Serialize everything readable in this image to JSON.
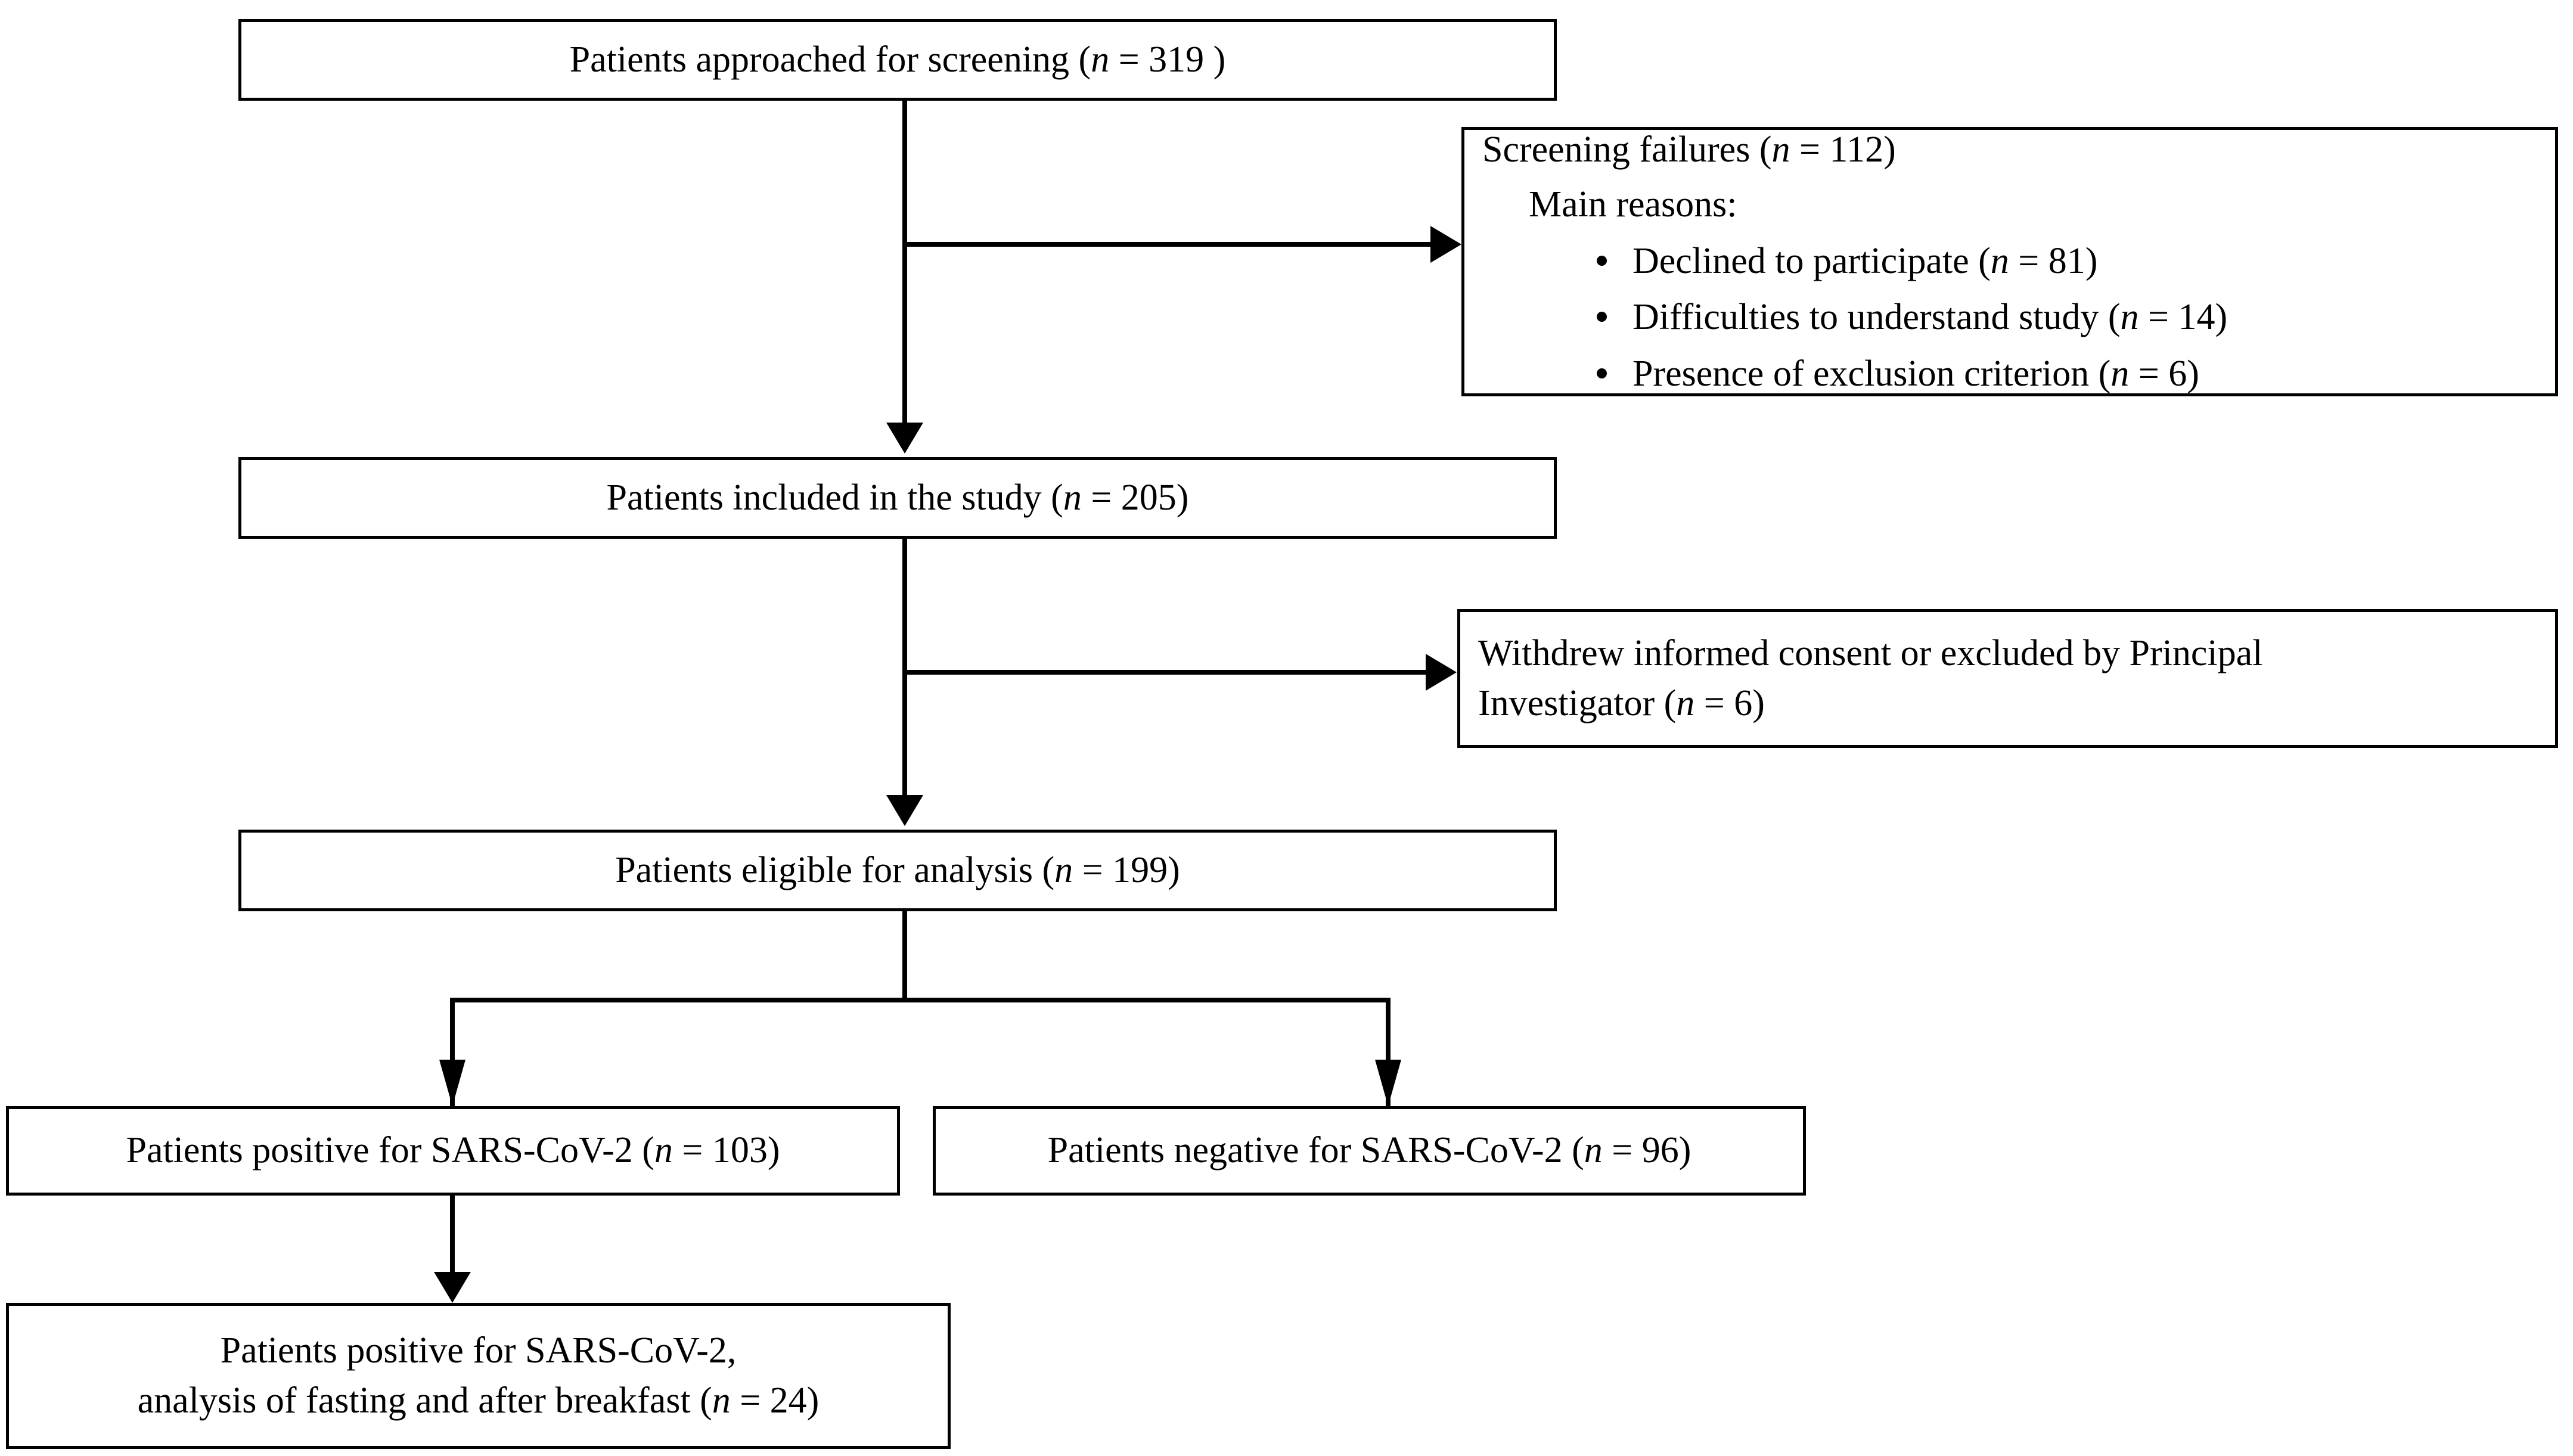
{
  "diagram": {
    "type": "consort-flow-diagram",
    "title": "Patient screening, inclusion and analysis flow",
    "colors": {
      "background": "#ffffff",
      "stroke": "#000000",
      "text": "#000000"
    },
    "nodes": {
      "approached": {
        "label": "Patients approached for screening (",
        "n_symbol": "n",
        "n_value": " = 319 )"
      },
      "screening_failures": {
        "heading_prefix": "Screening failures (",
        "heading_n_symbol": "n",
        "heading_n_value": " = 112)",
        "subheading": "Main reasons:",
        "reasons": [
          {
            "text": "Declined to participate (",
            "n_symbol": "n",
            "n_value": " = 81)"
          },
          {
            "text": "Difficulties to understand study (",
            "n_symbol": "n",
            "n_value": " = 14)"
          },
          {
            "text": "Presence of exclusion criterion (",
            "n_symbol": "n",
            "n_value": " = 6)"
          }
        ]
      },
      "included": {
        "label": "Patients included in the study  (",
        "n_symbol": "n",
        "n_value": " = 205)"
      },
      "withdrew": {
        "line1": "Withdrew informed consent or excluded by Principal",
        "line2_prefix": "Investigator (",
        "n_symbol": "n",
        "n_value": " = 6)"
      },
      "eligible": {
        "label": "Patients eligible for analysis (",
        "n_symbol": "n",
        "n_value": " = 199)"
      },
      "positive": {
        "label": "Patients positive for SARS-CoV-2 (",
        "n_symbol": "n",
        "n_value": " = 103)"
      },
      "negative": {
        "label": "Patients negative for SARS-CoV-2 (",
        "n_symbol": "n",
        "n_value": " = 96)"
      },
      "positive_meal": {
        "line1": "Patients positive for SARS-CoV-2,",
        "line2_prefix": "analysis of fasting and after breakfast (",
        "n_symbol": "n",
        "n_value": " = 24)"
      }
    }
  }
}
